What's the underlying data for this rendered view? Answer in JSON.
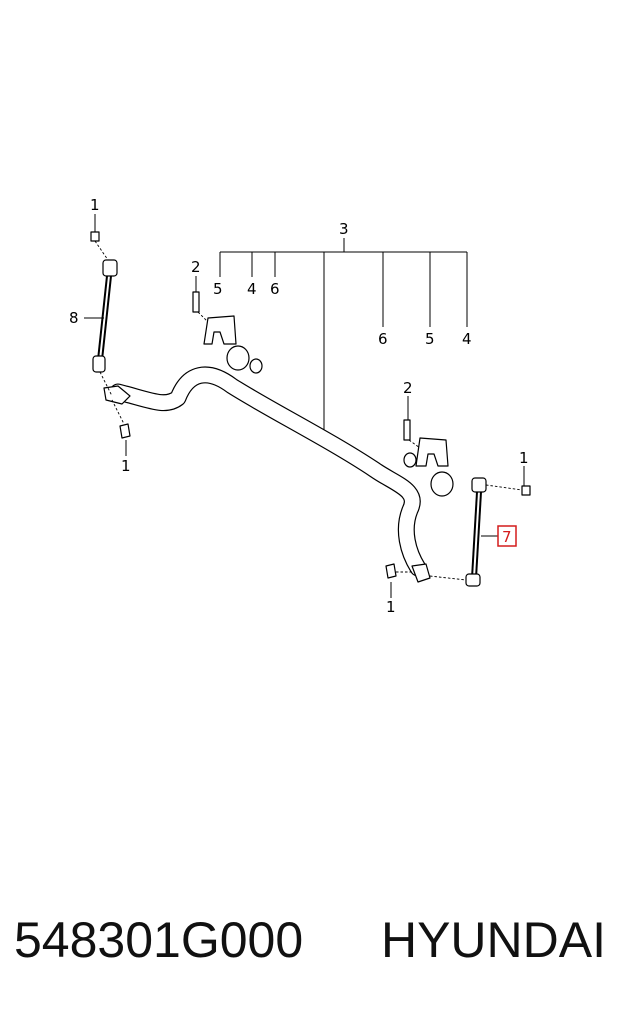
{
  "labels": {
    "l1_top_left": "1",
    "l8": "8",
    "l1_bottom_left": "1",
    "l2_left": "2",
    "l5_left": "5",
    "l4_left": "4",
    "l6_left": "6",
    "l3": "3",
    "l6_right": "6",
    "l5_right": "5",
    "l4_right": "4",
    "l2_right": "2",
    "l1_right": "1",
    "l7": "7",
    "l1_bottom_right": "1"
  },
  "highlighted_label": "7",
  "highlight_color": "#d41c1c",
  "caption": {
    "part_number": "548301G000",
    "brand": "HYUNDAI"
  }
}
